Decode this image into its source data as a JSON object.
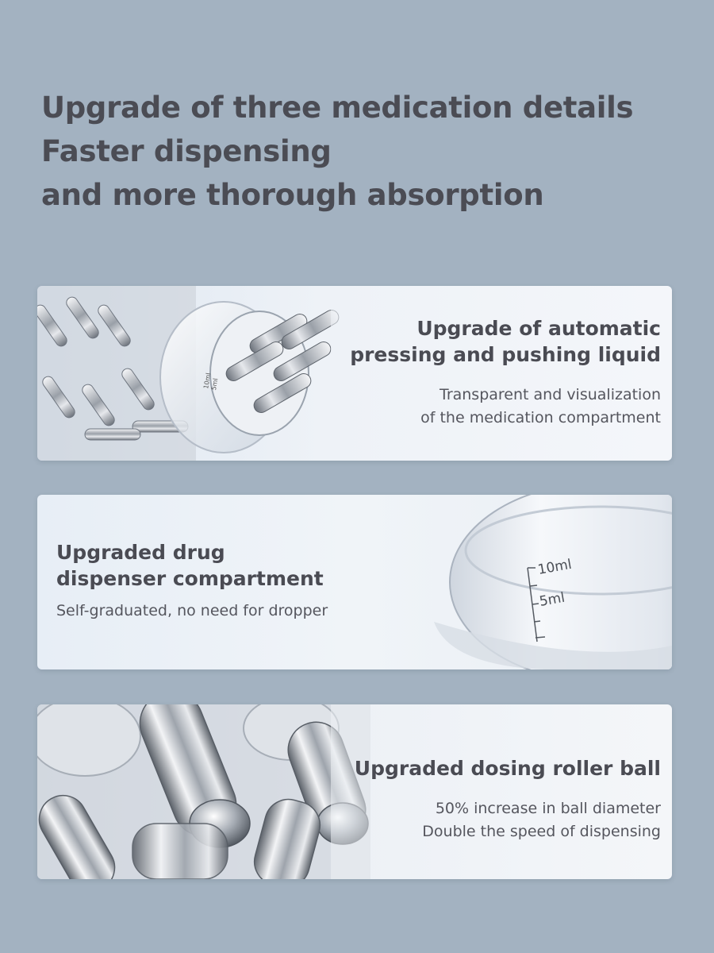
{
  "headline": {
    "line1": "Upgrade of three medication details",
    "line2": "Faster dispensing",
    "line3": "and more thorough absorption"
  },
  "cards": [
    {
      "title_line1": "Upgrade of automatic",
      "title_line2": "pressing and pushing liquid",
      "desc_line1": "Transparent and visualization",
      "desc_line2": "of the medication compartment",
      "scale_labels": [
        "10ml",
        "5ml"
      ]
    },
    {
      "title_line1": "Upgraded drug",
      "title_line2": "dispenser compartment",
      "desc_line1": "Self-graduated, no need for dropper",
      "scale_labels": [
        "10ml",
        "5ml"
      ]
    },
    {
      "title_line1": "Upgraded dosing roller ball",
      "desc_line1": "50% increase in ball diameter",
      "desc_line2": "Double the speed of dispensing"
    }
  ],
  "colors": {
    "background": "#a3b2c1",
    "text": "#4b4c54",
    "card_light": "#f0f4f8"
  }
}
